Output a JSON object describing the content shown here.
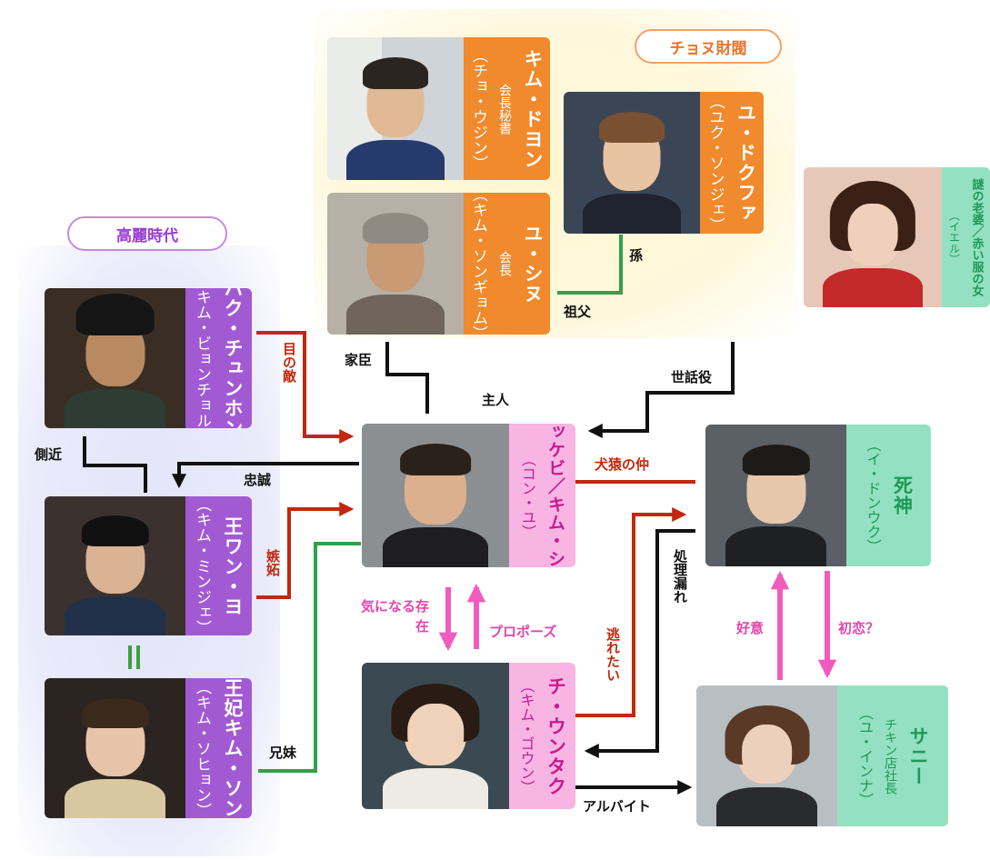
{
  "groups": {
    "chaebol": "チョヌ財閥",
    "goryeo": "高麗時代"
  },
  "characters": {
    "kim_dohon": {
      "name": "キム・ドヨン",
      "role": "会長秘書",
      "actor": "（チョ・ウジン）"
    },
    "yu_dokfa": {
      "name": "ユ・ドクファ",
      "actor": "（ユク・ソンジェ）"
    },
    "yu_shinu": {
      "name": "ユ・シヌ",
      "role": "会長",
      "actor": "（キム・ソンギョム）"
    },
    "roba": {
      "name": "謎の老婆／赤い服の女",
      "actor": "（イエル）"
    },
    "park": {
      "name": "パク・チュンホン",
      "actor": "（キム・ビョンチョル）"
    },
    "wang_wonyo": {
      "name": "王ワン・ヨ",
      "actor": "（キム・ミンジェ）"
    },
    "kim_sun": {
      "name": "王妃キム・ソン",
      "actor": "（キム・ソヒョン）"
    },
    "tokebi": {
      "name": "トッケビ／キム・シン",
      "actor": "（コン・ユ）"
    },
    "shinigami": {
      "name": "死神",
      "actor": "（イ・ドンウク）"
    },
    "ji_euntak": {
      "name": "チ・ウンタク",
      "actor": "（キム・ゴウン）"
    },
    "sunny": {
      "name": "サニー",
      "role": "チキン店社長",
      "actor": "（ユ・インナ）"
    }
  },
  "relations": {
    "son": "孫",
    "grandfather": "祖父",
    "retainer": "家臣",
    "master": "主人",
    "caretaker": "世話役",
    "enemy": "目の敵",
    "aide": "側近",
    "loyalty": "忠誠",
    "jealousy": "嫉妬",
    "siblings": "兄妹",
    "rivals": "犬猿の仲",
    "curious": "気になる存在",
    "proposal": "プロポーズ",
    "escape": "逃れたい",
    "missed": "処理漏れ",
    "liking": "好意",
    "first_love": "初恋？",
    "parttime": "アルバイト"
  },
  "colors": {
    "orange": "#f08a2c",
    "purple": "#a25ad2",
    "pink_label": "#f8b5e4",
    "green_label": "#94e0c2",
    "line_red": "#c1280f",
    "line_green": "#2fa24a",
    "line_pink": "#f05cbd",
    "line_black": "#111111"
  }
}
